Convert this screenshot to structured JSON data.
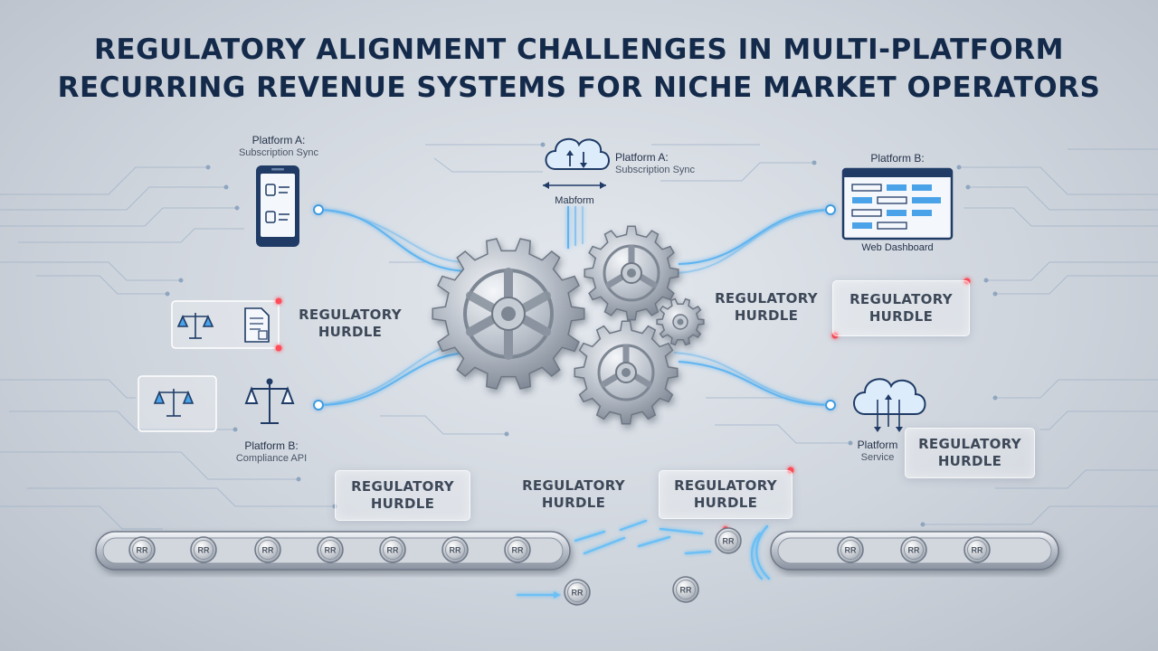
{
  "title": {
    "line1": "REGULATORY ALIGNMENT CHALLENGES IN MULTI-PLATFORM",
    "line2": "RECURRING REVENUE SYSTEMS FOR NICHE MARKET OPERATORS"
  },
  "platforms": {
    "mobile": {
      "name": "Platform A:",
      "sub": "Subscription Sync"
    },
    "cloud_top": {
      "name": "Platform A:",
      "sub": "Subscription Sync",
      "caption": "Mabform"
    },
    "web": {
      "name": "Platform B:",
      "caption": "Web Dashboard"
    },
    "compliance": {
      "name": "Platform B:",
      "sub": "Compliance API"
    },
    "cloud_right": {
      "name": "Platform",
      "sub": "Service"
    }
  },
  "hurdle": {
    "line1": "REGULATORY",
    "line2": "HURDLE"
  },
  "coin_label": "RR",
  "colors": {
    "accent": "#4aa3e8",
    "alert": "#ff4d5a",
    "title": "#142a4a"
  },
  "icons": [
    "smartphone-icon",
    "cloud-sync-icon",
    "web-dashboard-icon",
    "scales-icon",
    "document-icon",
    "cloud-service-icon",
    "gears-icon",
    "coin-icon"
  ]
}
